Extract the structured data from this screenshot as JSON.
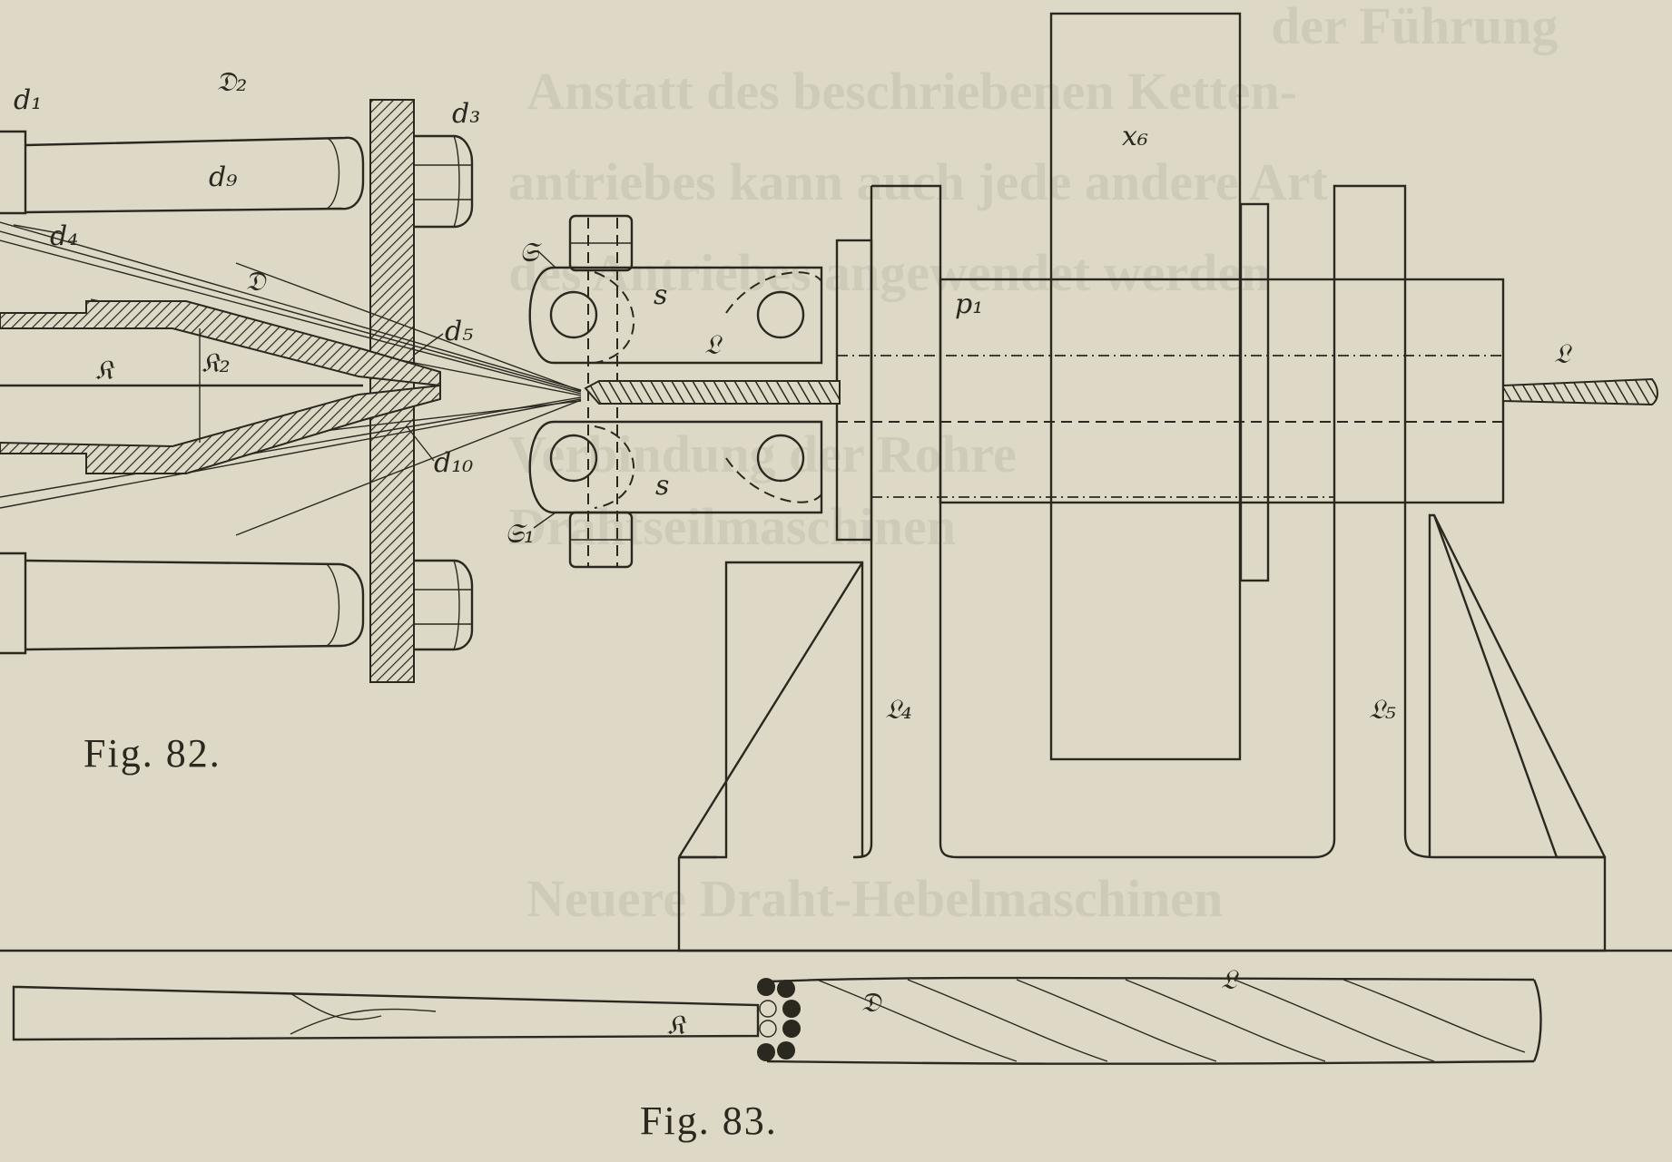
{
  "fig82": {
    "caption": "Fig. 82.",
    "labels": {
      "d1": "d₁",
      "D2": "𝔇₂",
      "d3": "d₃",
      "d9": "d₉",
      "d4": "d₄",
      "D": "𝔇",
      "d5": "d₅",
      "K": "𝔎",
      "K2": "𝔎₂",
      "d10": "d₁₀"
    }
  },
  "fig83": {
    "caption": "Fig. 83.",
    "labels": {
      "K": "𝔎",
      "D": "𝔇",
      "L": "𝔏"
    }
  },
  "machine": {
    "labels": {
      "S": "𝔖",
      "S1": "𝔖₁",
      "s_top": "s",
      "s_bottom": "s",
      "L_inner": "𝔏",
      "L_out": "𝔏",
      "p1": "p₁",
      "x6": "x₆",
      "L4": "𝔏₄",
      "L5": "𝔏₅"
    }
  },
  "bleed_through": [
    "der Führung",
    "Anstatt des beschriebenen Ketten-",
    "antriebes kann auch jede andere Art",
    "des Antriebes angewendet werden",
    "Verbindung der Rohre",
    "Drahtseilmaschinen",
    "Neuere Draht-Hebelmaschinen"
  ]
}
